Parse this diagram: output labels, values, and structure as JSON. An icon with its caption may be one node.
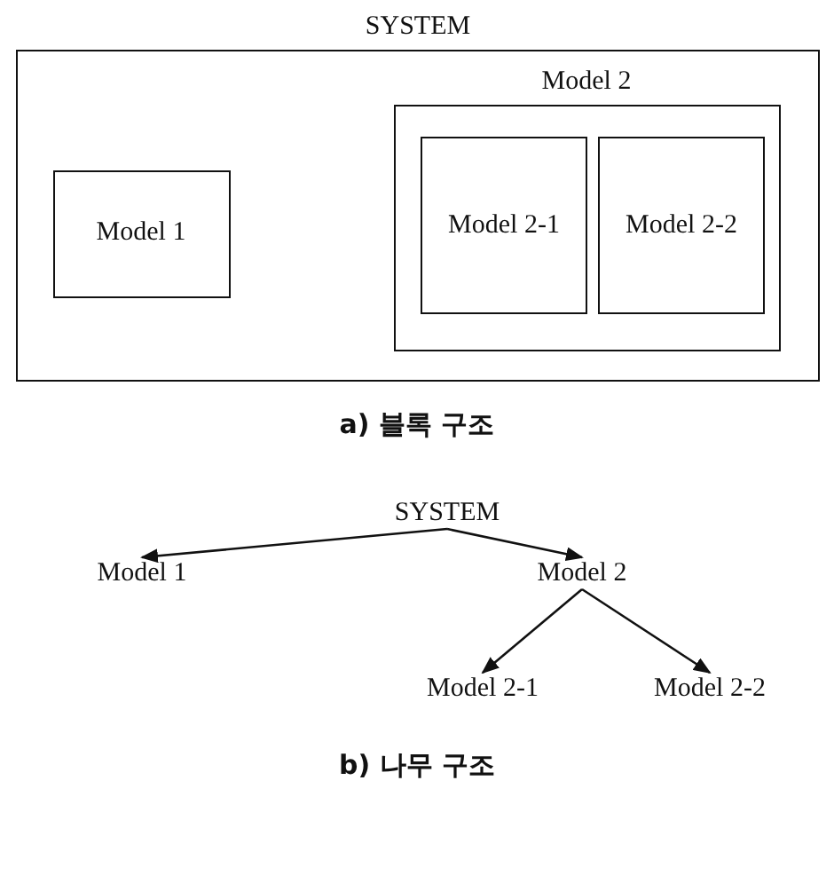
{
  "diagram": {
    "nodes": [
      {
        "text": [
          "SYSTEM"
        ]
      },
      {
        "text": [
          "Model 1"
        ],
        "in": 0
      },
      {
        "text": [
          "Model 2"
        ],
        "in": 0
      },
      {
        "text": [
          "Model 2-1"
        ],
        "in": 2
      },
      {
        "text": [
          "Model 2-2"
        ],
        "in": 2
      },
      {
        "text": [
          "SYSTEM"
        ]
      },
      {
        "text": [
          "Model 1"
        ]
      },
      {
        "text": [
          "Model 2"
        ]
      },
      {
        "text": [
          "Model 2-1"
        ]
      },
      {
        "text": [
          "Model 2-2"
        ]
      }
    ],
    "edges": [
      {
        "from": 5,
        "to": 6,
        "arrow": "to"
      },
      {
        "from": 5,
        "to": 7,
        "arrow": "to"
      },
      {
        "from": 7,
        "to": 8,
        "arrow": "to"
      },
      {
        "from": 7,
        "to": 9,
        "arrow": "to"
      }
    ],
    "labels": [
      "a) 블록 구조",
      "b) 나무 구조"
    ]
  }
}
